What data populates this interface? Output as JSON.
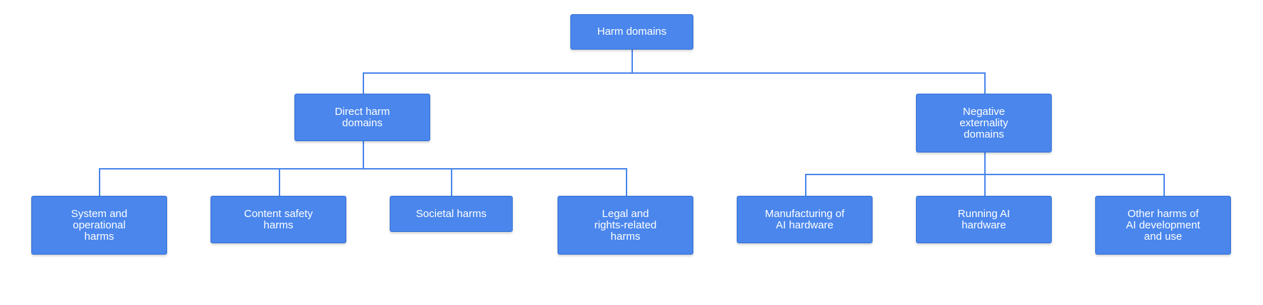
{
  "colors": {
    "node_fill": "#4a86ec",
    "connector": "#4a86ec",
    "text": "#ffffff",
    "background": "#ffffff"
  },
  "root": {
    "label": "Harm domains"
  },
  "groups": [
    {
      "label": "Direct harm\ndomains",
      "children": [
        {
          "label": "System and\noperational\nharms"
        },
        {
          "label": "Content safety\nharms"
        },
        {
          "label": "Societal harms"
        },
        {
          "label": "Legal and\nrights-related\nharms"
        }
      ]
    },
    {
      "label": "Negative\nexternality\ndomains",
      "children": [
        {
          "label": "Manufacturing of\nAI hardware"
        },
        {
          "label": "Running AI\nhardware"
        },
        {
          "label": "Other harms of\nAI development\nand use"
        }
      ]
    }
  ]
}
